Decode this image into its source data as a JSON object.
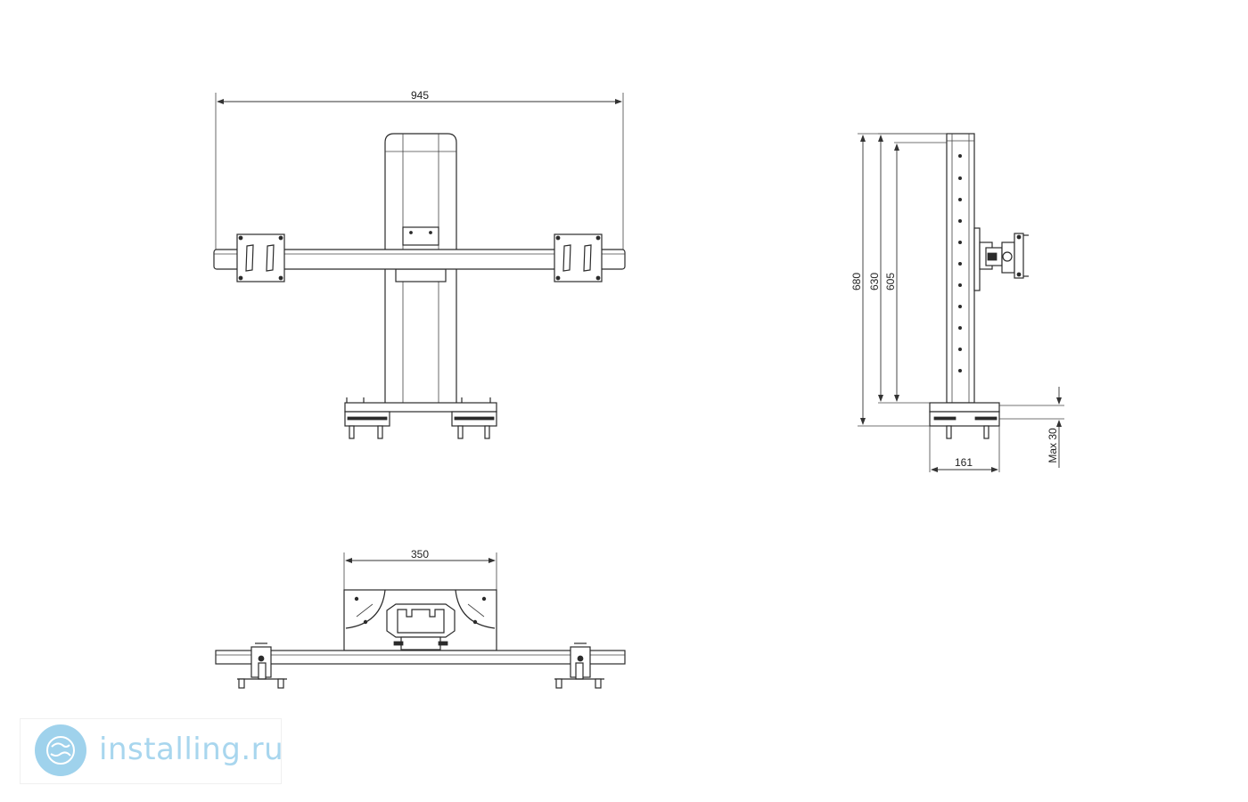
{
  "dimensions": {
    "front_width": "945",
    "height_total": "680",
    "height_mid": "630",
    "height_inner": "605",
    "base_depth": "161",
    "clamp_max": "Max 30",
    "top_span": "350"
  },
  "watermark": {
    "site": "installing.ru",
    "logo_icon": "globe-logo-icon",
    "color": "#a8d6ee"
  }
}
